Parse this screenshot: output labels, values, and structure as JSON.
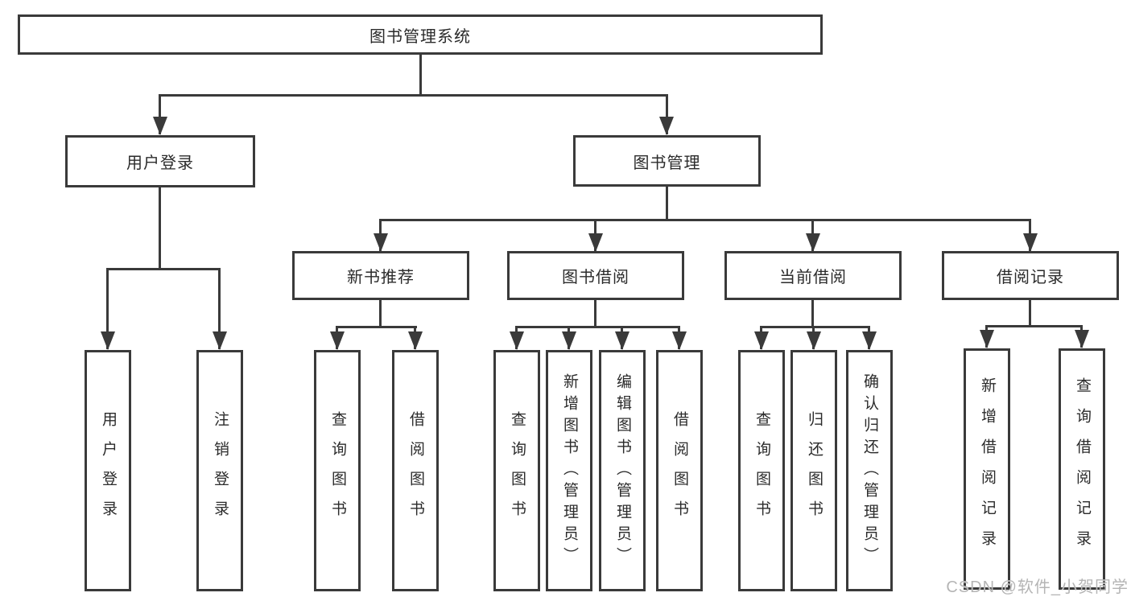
{
  "tree": {
    "label": "图书管理系统",
    "children": [
      {
        "label": "用户登录",
        "children": [
          {
            "label": "用户登录"
          },
          {
            "label": "注销登录"
          }
        ]
      },
      {
        "label": "图书管理",
        "children": [
          {
            "label": "新书推荐",
            "children": [
              {
                "label": "查询图书"
              },
              {
                "label": "借阅图书"
              }
            ]
          },
          {
            "label": "图书借阅",
            "children": [
              {
                "label": "查询图书"
              },
              {
                "label": "新增图书（管理员）"
              },
              {
                "label": "编辑图书（管理员）"
              },
              {
                "label": "借阅图书"
              }
            ]
          },
          {
            "label": "当前借阅",
            "children": [
              {
                "label": "查询图书"
              },
              {
                "label": "归还图书"
              },
              {
                "label": "确认归还（管理员）"
              }
            ]
          },
          {
            "label": "借阅记录",
            "children": [
              {
                "label": "新增借阅记录"
              },
              {
                "label": "查询借阅记录"
              }
            ]
          }
        ]
      }
    ]
  },
  "watermark": {
    "text": "CSDN @软件_小贺同学"
  },
  "colors": {
    "line": "#3a3a3a",
    "text": "#2b2b2b",
    "watermark": "#b5b5b5",
    "background": "#ffffff"
  }
}
